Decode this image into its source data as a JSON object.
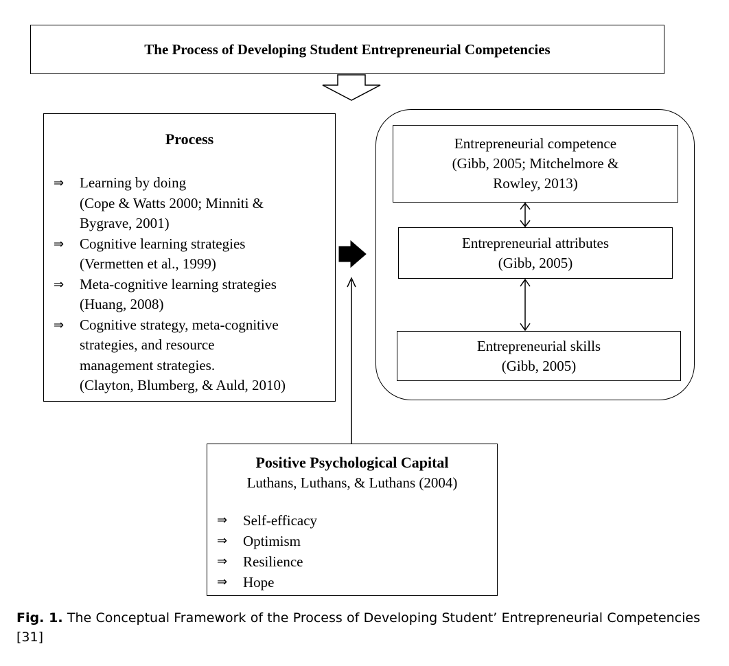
{
  "title": "The Process of Developing Student Entrepreneurial Competencies",
  "process": {
    "heading": "Process",
    "bullet": "⇒",
    "items": [
      {
        "lines": [
          "Learning by doing",
          "(Cope & Watts 2000; Minniti &",
          "Bygrave, 2001)"
        ]
      },
      {
        "lines": [
          "Cognitive learning strategies",
          "(Vermetten et al., 1999)"
        ]
      },
      {
        "lines": [
          "Meta-cognitive learning strategies",
          "(Huang, 2008)"
        ]
      },
      {
        "lines": [
          "Cognitive strategy, meta-cognitive",
          "strategies, and resource",
          "management strategies.",
          "(Clayton, Blumberg, & Auld, 2010)"
        ]
      }
    ]
  },
  "competence": {
    "line1": "Entrepreneurial competence",
    "line2": "(Gibb, 2005; Mitchelmore &",
    "line3": "Rowley, 2013)"
  },
  "attributes": {
    "line1": "Entrepreneurial attributes",
    "line2": "(Gibb, 2005)"
  },
  "skills": {
    "line1": "Entrepreneurial skills",
    "line2": "(Gibb, 2005)"
  },
  "capital": {
    "heading": "Positive Psychological Capital",
    "source": "Luthans, Luthans, & Luthans (2004)",
    "bullet": "⇒",
    "items": [
      "Self-efficacy",
      "Optimism",
      "Resilience",
      "Hope"
    ]
  },
  "caption": {
    "label": "Fig. 1.",
    "text": "The Conceptual Framework of the Process of Developing Student’ Entrepreneurial Competencies [31]"
  }
}
